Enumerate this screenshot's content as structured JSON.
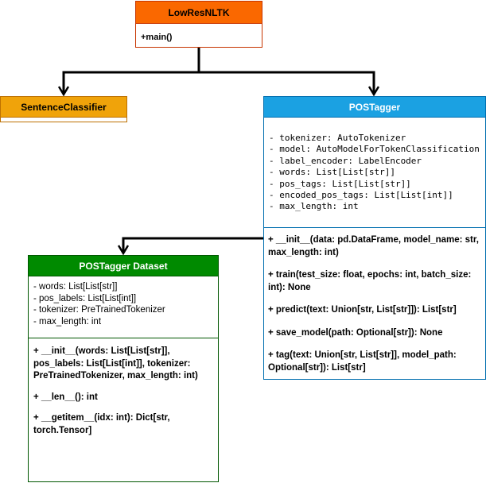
{
  "colors": {
    "lowres_fill": "#fa6800",
    "lowres_stroke": "#c73500",
    "sentence_fill": "#f0a30a",
    "sentence_stroke": "#bd7000",
    "postagger_fill": "#1ba1e2",
    "postagger_stroke": "#006eaf",
    "dataset_fill": "#008a00",
    "dataset_stroke": "#005700",
    "connector": "#000000"
  },
  "classes": {
    "lowres": {
      "name": "LowResNLTK",
      "methods": [
        "+main()"
      ]
    },
    "sentence": {
      "name": "SentenceClassifier"
    },
    "postagger": {
      "name": "POSTagger",
      "attributes": [
        "- tokenizer: AutoTokenizer",
        "- model: AutoModelForTokenClassification",
        "- label_encoder: LabelEncoder",
        "- words: List[List[str]]",
        "- pos_tags: List[List[str]]",
        "- encoded_pos_tags: List[List[int]]",
        "- max_length: int"
      ],
      "methods": [
        "+ __init__(data: pd.DataFrame, model_name: str, max_length: int)",
        "+ train(test_size: float, epochs: int, batch_size: int): None",
        "+ predict(text: Union[str, List[str]]): List[str]",
        "+ save_model(path: Optional[str]): None",
        "+ tag(text: Union[str, List[str]], model_path: Optional[str]): List[str]"
      ]
    },
    "dataset": {
      "name": "POSTagger Dataset",
      "attributes": [
        "- words: List[List[str]]",
        "- pos_labels: List[List[int]]",
        "- tokenizer: PreTrainedTokenizer",
        "- max_length: int"
      ],
      "methods": [
        "+ __init__(words: List[List[str]], pos_labels: List[List[int]], tokenizer: PreTrainedTokenizer, max_length: int)",
        "+ __len__(): int",
        "+ __getitem__(idx: int): Dict[str, torch.Tensor]"
      ]
    }
  }
}
